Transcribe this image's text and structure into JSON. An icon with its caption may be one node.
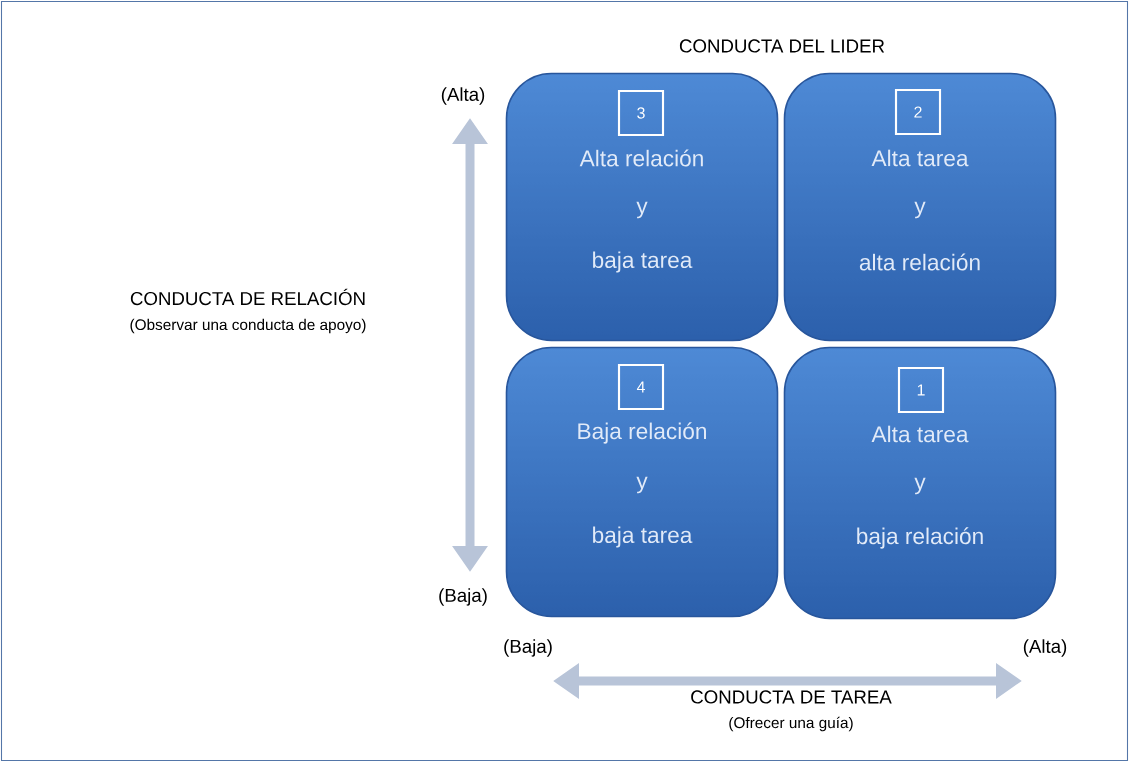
{
  "diagram": {
    "title": "CONDUCTA DEL LIDER",
    "nodes": [
      {
        "text": [
          "Alta relación",
          "y",
          "baja tarea"
        ]
      },
      {
        "text": [
          "3"
        ],
        "in": 0
      },
      {
        "text": [
          "Alta tarea",
          "y",
          "alta relación"
        ]
      },
      {
        "text": [
          "2"
        ],
        "in": 2
      },
      {
        "text": [
          "Baja relación",
          "y",
          "baja tarea"
        ]
      },
      {
        "text": [
          "4"
        ],
        "in": 4
      },
      {
        "text": [
          "Alta tarea",
          "y",
          "baja relación"
        ]
      },
      {
        "text": [
          "1"
        ],
        "in": 6
      }
    ],
    "labels": [
      "(Alta)",
      "CONDUCTA DE RELACIÓN",
      "(Observar una conducta de apoyo)",
      "(Baja)",
      "(Baja)",
      "(Alta)",
      "CONDUCTA DE TAREA",
      "(Ofrecer una guía)"
    ]
  }
}
